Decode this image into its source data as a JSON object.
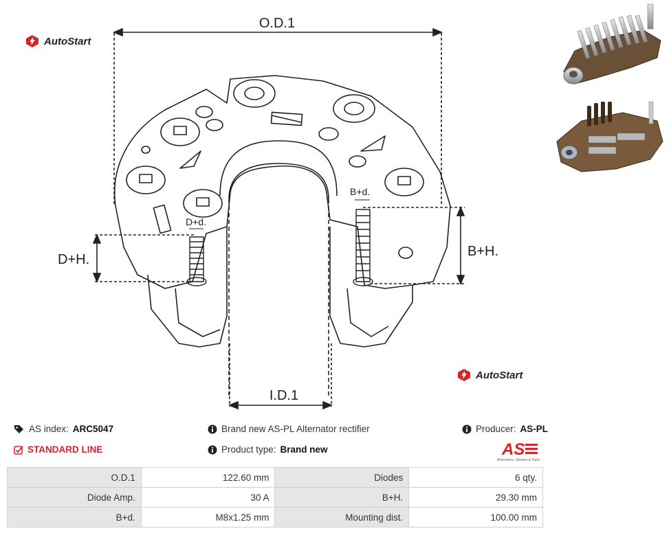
{
  "brand": {
    "name": "AutoStart",
    "accent_color": "#d9222a"
  },
  "drawing": {
    "labels": {
      "od": "O.D.1",
      "id": "I.D.1",
      "dh": "D+H.",
      "dd": "D+d.",
      "bh": "B+H.",
      "bd": "B+d."
    }
  },
  "info": {
    "as_index_label": "AS index:",
    "as_index_value": "ARC5047",
    "line": "STANDARD LINE",
    "description": "Brand new AS-PL Alternator rectifier",
    "product_type_label": "Product type:",
    "product_type_value": "Brand new",
    "producer_label": "Producer:",
    "producer_value": "AS-PL",
    "producer_logo_text": "AS",
    "producer_logo_tagline": "Alternators, Starters & Parts"
  },
  "specs": [
    {
      "label": "O.D.1",
      "value": "122.60 mm",
      "label2": "Diodes",
      "value2": "6 qty."
    },
    {
      "label": "Diode Amp.",
      "value": "30 A",
      "label2": "B+H.",
      "value2": "29.30 mm"
    },
    {
      "label": "B+d.",
      "value": "M8x1.25 mm",
      "label2": "Mounting dist.",
      "value2": "100.00 mm"
    }
  ]
}
